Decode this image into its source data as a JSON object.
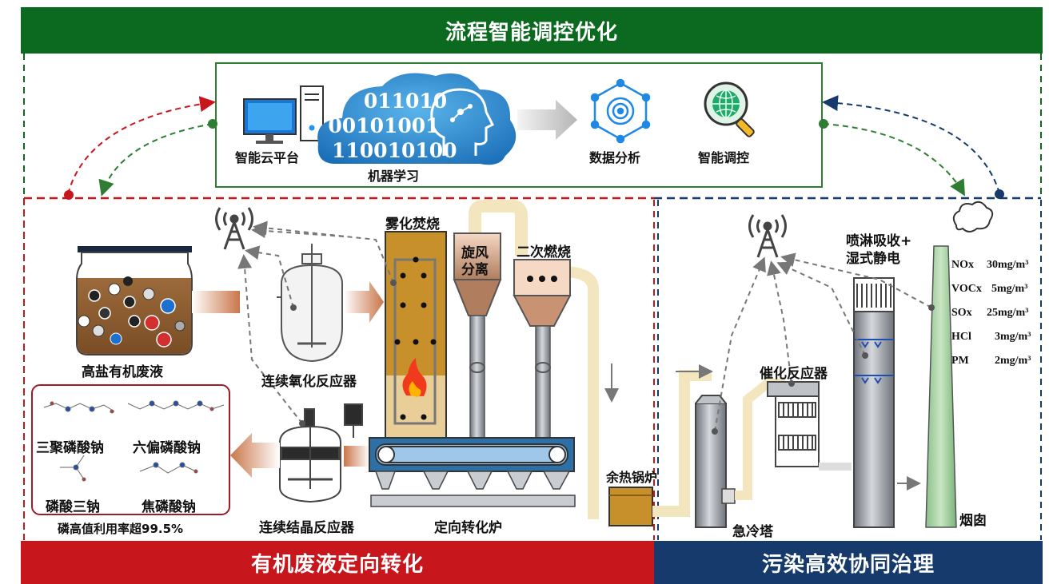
{
  "banners": {
    "top": "流程智能调控优化",
    "bottom_left": "有机废液定向转化",
    "bottom_right": "污染高效协同治理"
  },
  "platform": {
    "cloud_platform_label": "智能云平台",
    "machine_learning_label": "机器学习",
    "binary_lines": [
      "011010",
      "00101001",
      "110010100"
    ],
    "data_analysis_label": "数据分析",
    "smart_control_label": "智能调控"
  },
  "left_process": {
    "waste_liquid_label": "高盐有机废液",
    "oxidation_reactor_label": "连续氧化反应器",
    "atomization_label": "雾化焚烧",
    "cyclone_label_1": "旋风",
    "cyclone_label_2": "分离",
    "secondary_combustion_label": "二次燃烧",
    "crystallization_reactor_label": "连续结晶反应器",
    "conversion_furnace_label": "定向转化炉",
    "waste_heat_boiler_label": "余热锅炉",
    "products": [
      "三聚磷酸钠",
      "六偏磷酸钠",
      "磷酸三钠",
      "焦磷酸钠"
    ],
    "phosphorus_note": "磷高值利用率超99.5%"
  },
  "right_process": {
    "catalytic_reactor_label": "催化反应器",
    "spray_label_1": "喷淋吸收+",
    "spray_label_2": "湿式静电",
    "quench_tower_label": "急冷塔",
    "chimney_label": "烟囱",
    "emissions": [
      {
        "name": "NOx",
        "value": "30mg/m³"
      },
      {
        "name": "VOCx",
        "value": "5mg/m³"
      },
      {
        "name": "SOx",
        "value": "25mg/m³"
      },
      {
        "name": "HCl",
        "value": "3mg/m³"
      },
      {
        "name": "PM",
        "value": "2mg/m³"
      }
    ]
  },
  "colors": {
    "green": "#0b6a20",
    "red": "#c8161d",
    "navy": "#163a6b",
    "furnace": "#c8902a",
    "steel": "#7a7f88"
  }
}
